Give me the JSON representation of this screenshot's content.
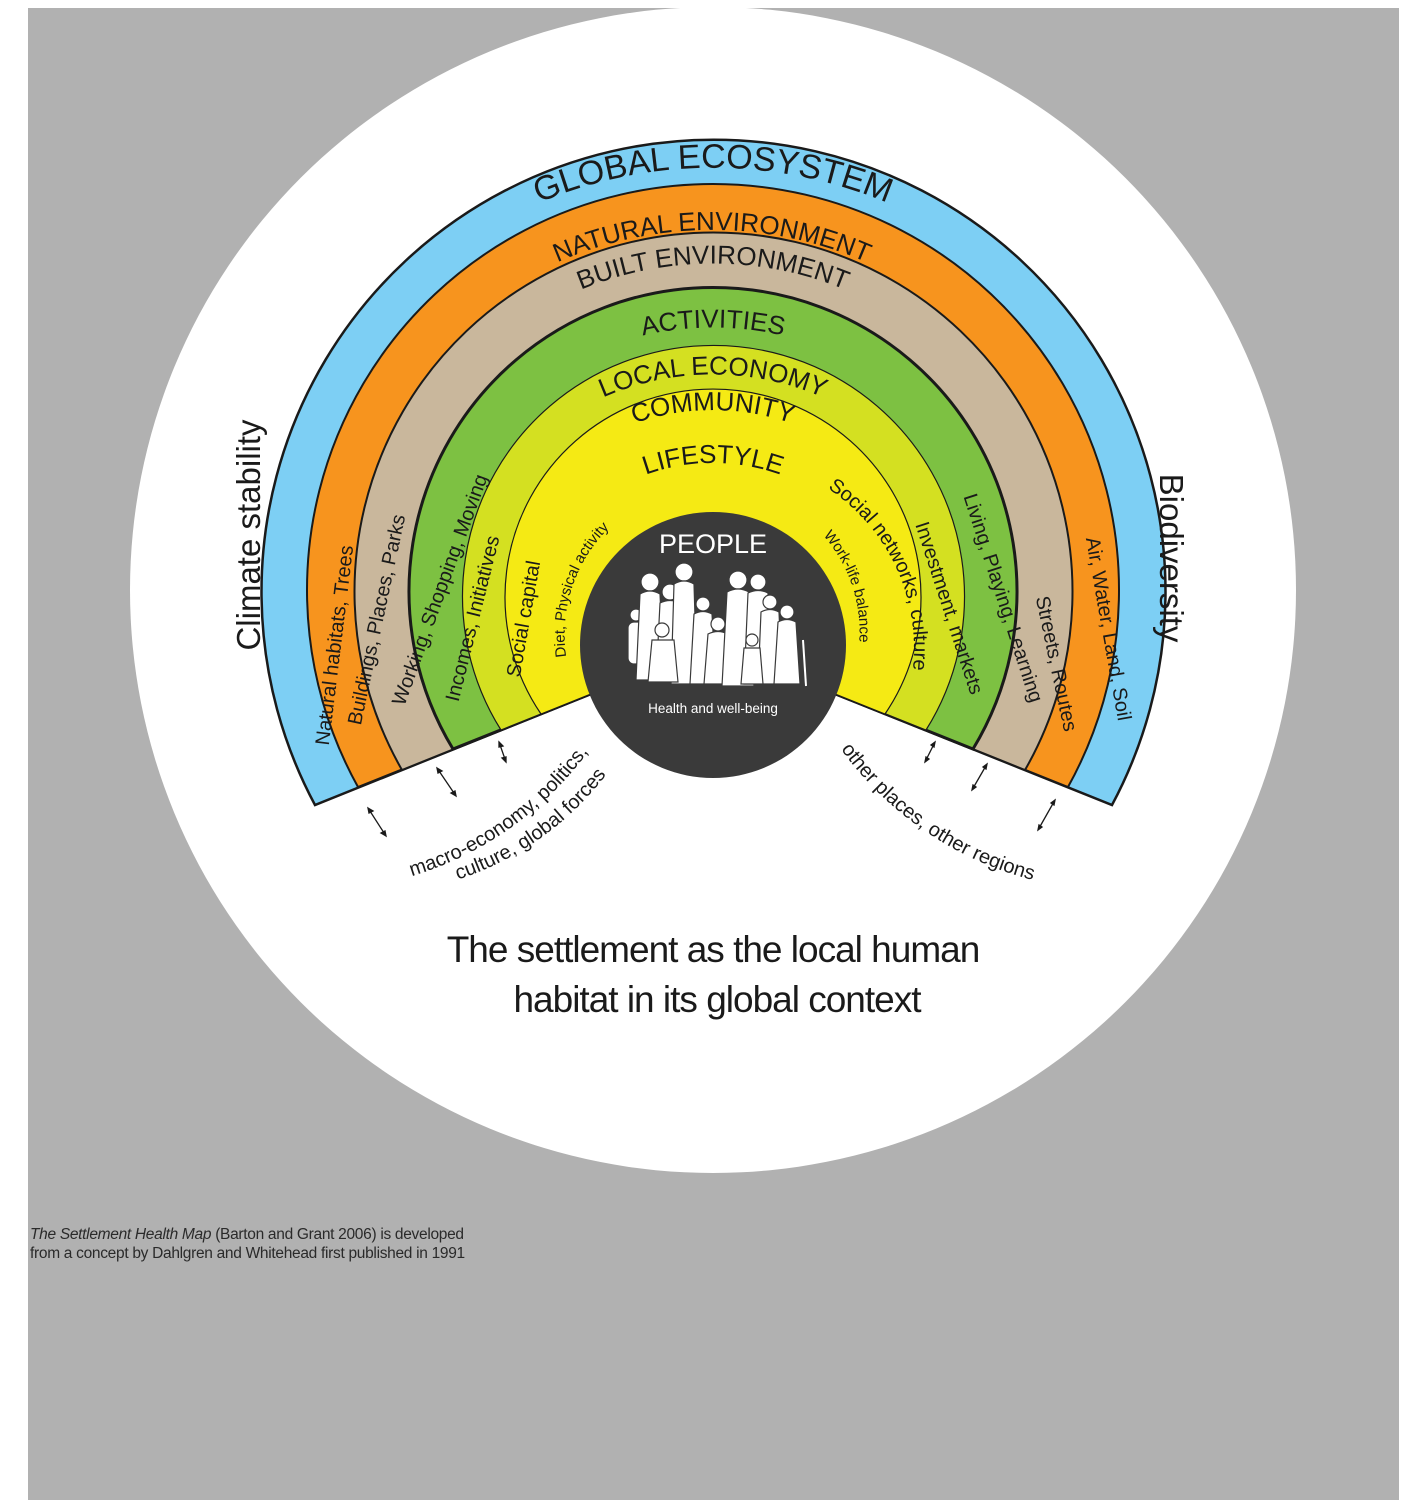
{
  "colors": {
    "panel": "#b1b1b1",
    "disc": "#ffffff",
    "natural": "#7dcff4",
    "built": "#f7941e",
    "activities": "#c9b79c",
    "economy": "#7dc142",
    "community": "#d4e021",
    "lifestyle": "#f5ea14",
    "people": "#3a3a3a",
    "ink": "#1a1a1a"
  },
  "diagram": {
    "outer_title": "GLOBAL ECOSYSTEM",
    "left_side": "Climate stability",
    "right_side": "Biodiversity",
    "rings": [
      {
        "title": "NATURAL ENVIRONMENT",
        "left": "Natural habitats, Trees",
        "right": "Air, Water, Land, Soil",
        "color_key": "natural"
      },
      {
        "title": "BUILT ENVIRONMENT",
        "left": "Buildings, Places, Parks",
        "right": "Streets, Routes",
        "color_key": "built"
      },
      {
        "title": "ACTIVITIES",
        "left": "Working, Shopping, Moving",
        "right": "Living, Playing, Learning",
        "color_key": "activities"
      },
      {
        "title": "LOCAL ECONOMY",
        "left": "Incomes, Initiatives",
        "right": "Investment, markets",
        "color_key": "economy"
      },
      {
        "title": "COMMUNITY",
        "left": "Social capital",
        "right": "Social networks, culture",
        "color_key": "community"
      },
      {
        "title": "LIFESTYLE",
        "left": "Diet, Physical activity",
        "right": "Work-life balance",
        "color_key": "lifestyle"
      }
    ],
    "center_title": "PEOPLE",
    "center_subtitle": "Health and well-being",
    "left_forces_1": "macro-economy, politics,",
    "left_forces_2": "culture, global forces",
    "right_forces": "other places, other regions",
    "heading_line1": "The settlement as the local human",
    "heading_line2": "habitat in its global context"
  },
  "caption": {
    "title": "The Settlement Health Map",
    "rest": " (Barton and Grant 2006) is developed from a concept by Dahlgren and Whitehead first published in 1991"
  }
}
